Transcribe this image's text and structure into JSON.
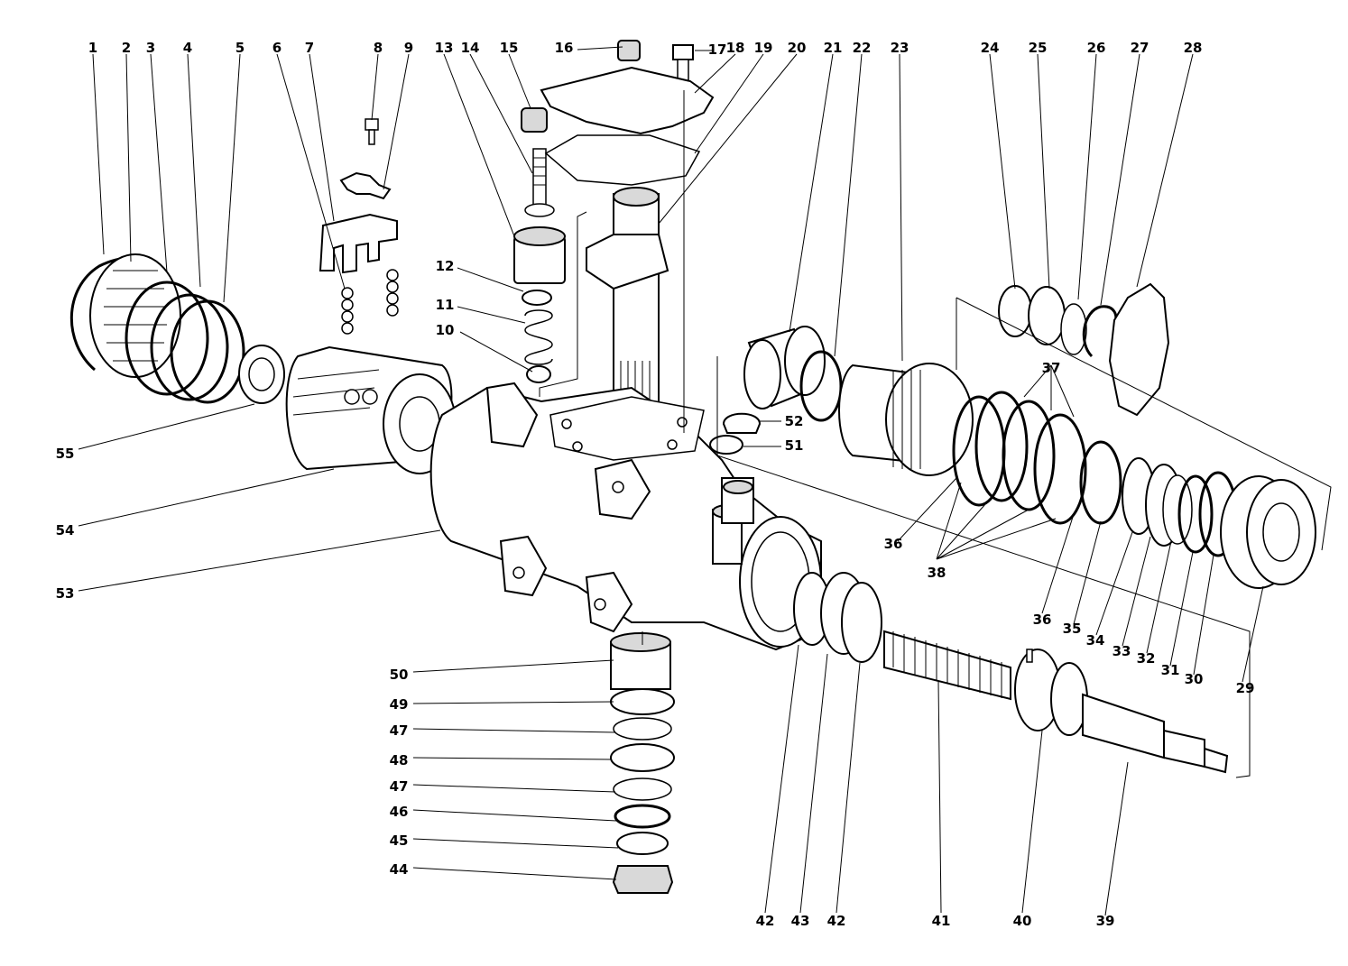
{
  "callouts": {
    "c1": "1",
    "c2": "2",
    "c3": "3",
    "c4": "4",
    "c5": "5",
    "c6": "6",
    "c7": "7",
    "c8": "8",
    "c9": "9",
    "c10": "10",
    "c11": "11",
    "c12": "12",
    "c13": "13",
    "c14": "14",
    "c15": "15",
    "c16": "16",
    "c17": "17",
    "c18": "18",
    "c19": "19",
    "c20": "20",
    "c21": "21",
    "c22": "22",
    "c23": "23",
    "c24": "24",
    "c25": "25",
    "c26": "26",
    "c27": "27",
    "c28": "28",
    "c29": "29",
    "c30": "30",
    "c31": "31",
    "c32": "32",
    "c33": "33",
    "c34": "34",
    "c35": "35",
    "c36a": "36",
    "c36b": "36",
    "c37": "37",
    "c38": "38",
    "c39": "39",
    "c40": "40",
    "c41": "41",
    "c42a": "42",
    "c42b": "42",
    "c43": "43",
    "c44": "44",
    "c45": "45",
    "c46": "46",
    "c47a": "47",
    "c47b": "47",
    "c48": "48",
    "c49": "49",
    "c50": "50",
    "c51": "51",
    "c52": "52",
    "c53": "53",
    "c54": "54",
    "c55": "55"
  }
}
